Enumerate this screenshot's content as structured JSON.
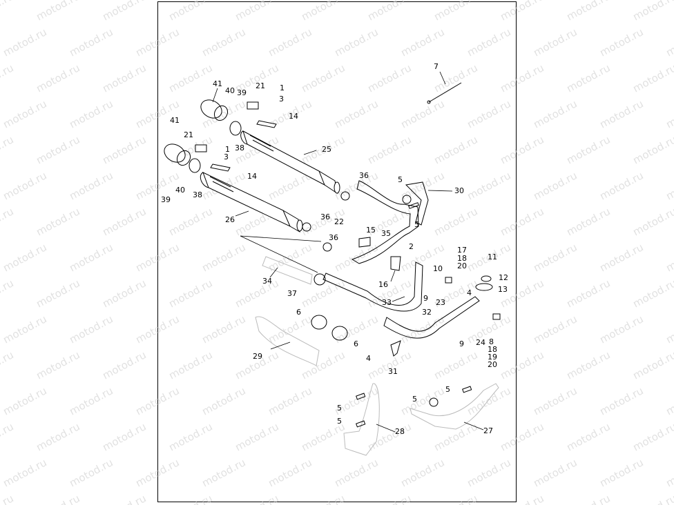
{
  "watermark": "motod.ru",
  "labels": [
    {
      "id": "c7",
      "text": "7"
    },
    {
      "id": "c41a",
      "text": "41"
    },
    {
      "id": "c40a",
      "text": "40"
    },
    {
      "id": "c39a",
      "text": "39"
    },
    {
      "id": "c21a",
      "text": "21"
    },
    {
      "id": "c1a",
      "text": "1"
    },
    {
      "id": "c3a",
      "text": "3"
    },
    {
      "id": "c14a",
      "text": "14"
    },
    {
      "id": "c38a",
      "text": "38"
    },
    {
      "id": "c25",
      "text": "25"
    },
    {
      "id": "c41b",
      "text": "41"
    },
    {
      "id": "c21b",
      "text": "21"
    },
    {
      "id": "c1b",
      "text": "1"
    },
    {
      "id": "c3b",
      "text": "3"
    },
    {
      "id": "c14b",
      "text": "14"
    },
    {
      "id": "c40b",
      "text": "40"
    },
    {
      "id": "c38b",
      "text": "38"
    },
    {
      "id": "c39b",
      "text": "39"
    },
    {
      "id": "c26",
      "text": "26"
    },
    {
      "id": "c36a",
      "text": "36"
    },
    {
      "id": "c5a",
      "text": "5"
    },
    {
      "id": "c30",
      "text": "30"
    },
    {
      "id": "c5b",
      "text": "5"
    },
    {
      "id": "c22",
      "text": "22"
    },
    {
      "id": "c15",
      "text": "15"
    },
    {
      "id": "c35",
      "text": "35"
    },
    {
      "id": "c36b",
      "text": "36"
    },
    {
      "id": "c36c",
      "text": "36"
    },
    {
      "id": "c2",
      "text": "2"
    },
    {
      "id": "c17",
      "text": "17"
    },
    {
      "id": "c18a",
      "text": "18"
    },
    {
      "id": "c20a",
      "text": "20"
    },
    {
      "id": "c11",
      "text": "11"
    },
    {
      "id": "c10",
      "text": "10"
    },
    {
      "id": "c12",
      "text": "12"
    },
    {
      "id": "c13",
      "text": "13"
    },
    {
      "id": "c4a",
      "text": "4"
    },
    {
      "id": "c34",
      "text": "34"
    },
    {
      "id": "c16",
      "text": "16"
    },
    {
      "id": "c37",
      "text": "37"
    },
    {
      "id": "c9a",
      "text": "9"
    },
    {
      "id": "c33",
      "text": "33"
    },
    {
      "id": "c23",
      "text": "23"
    },
    {
      "id": "c32",
      "text": "32"
    },
    {
      "id": "c6a",
      "text": "6"
    },
    {
      "id": "c6b",
      "text": "6"
    },
    {
      "id": "c9b",
      "text": "9"
    },
    {
      "id": "c24",
      "text": "24"
    },
    {
      "id": "c8",
      "text": "8"
    },
    {
      "id": "c18b",
      "text": "18"
    },
    {
      "id": "c19",
      "text": "19"
    },
    {
      "id": "c20b",
      "text": "20"
    },
    {
      "id": "c29",
      "text": "29"
    },
    {
      "id": "c4b",
      "text": "4"
    },
    {
      "id": "c31",
      "text": "31"
    },
    {
      "id": "c5c",
      "text": "5"
    },
    {
      "id": "c5d",
      "text": "5"
    },
    {
      "id": "c5e",
      "text": "5"
    },
    {
      "id": "c5f",
      "text": "5"
    },
    {
      "id": "c28",
      "text": "28"
    },
    {
      "id": "c27",
      "text": "27"
    }
  ]
}
